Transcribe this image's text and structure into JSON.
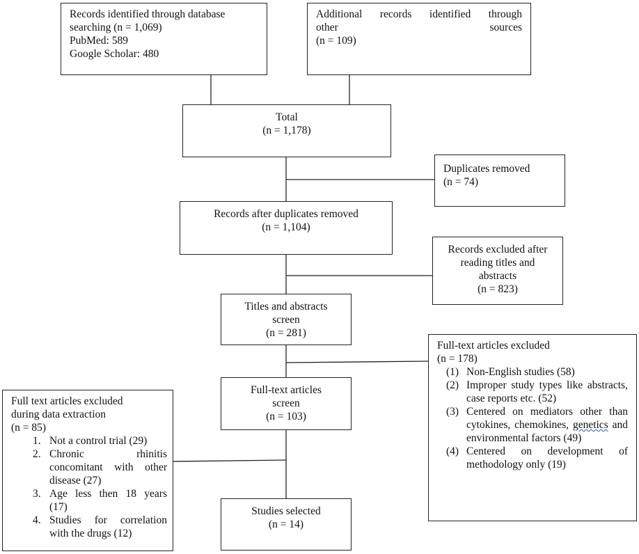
{
  "boxes": {
    "db_search": {
      "line1": "Records identified through database",
      "line2": "searching (n = 1,069)",
      "line3": "PubMed: 589",
      "line4": "Google Scholar: 480"
    },
    "other_sources": {
      "line1": "Additional records identified through",
      "line2a": "other",
      "line2b": "sources",
      "line3": "(n = 109)"
    },
    "total": {
      "title": "Total",
      "count": "(n = 1,178)"
    },
    "duplicates_removed": {
      "title": "Duplicates removed",
      "count": "(n = 74)"
    },
    "after_duplicates": {
      "title": "Records after duplicates removed",
      "count": "(n = 1,104)"
    },
    "excluded_titles": {
      "line1": "Records excluded after",
      "line2": "reading titles and",
      "line3": "abstracts",
      "count": "(n = 823)"
    },
    "titles_screen": {
      "line1": "Titles and abstracts",
      "line2": "screen",
      "count": "(n = 281)"
    },
    "fulltext_excluded": {
      "title": "Full-text articles excluded",
      "count": "(n = 178)",
      "items": [
        {
          "marker": "(1)",
          "text": "Non-English studies (58)"
        },
        {
          "marker": "(2)",
          "text": "Improper study types like abstracts, case reports etc. (52)"
        },
        {
          "marker": "(3)",
          "text_pre": "Centered on mediators other than cytokines, chemokines,",
          "text_flag": "genetics",
          "text_post": "and environmental factors (49)"
        },
        {
          "marker": "(4)",
          "text": "Centered on development of methodology only (19)"
        }
      ]
    },
    "fulltext_screen": {
      "line1": "Full-text articles",
      "line2": "screen",
      "count": "(n = 103)"
    },
    "extraction_excluded": {
      "line1": "Full text articles excluded",
      "line2": "during data extraction",
      "count": "(n = 85)",
      "items": [
        {
          "marker": "1.",
          "text": "Not a control trial (29)"
        },
        {
          "marker": "2.",
          "text": "Chronic rhinitis concomitant with other disease (27)"
        },
        {
          "marker": "3.",
          "text": "Age less then 18 years (17)"
        },
        {
          "marker": "4.",
          "text": "Studies for correlation with the drugs (12)"
        }
      ]
    },
    "studies_selected": {
      "title": "Studies selected",
      "count": "(n = 14)"
    }
  }
}
